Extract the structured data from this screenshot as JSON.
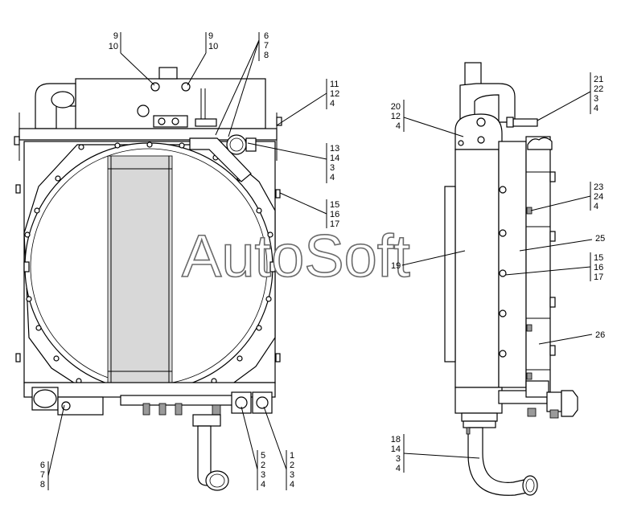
{
  "watermark": "AutoSoft",
  "callouts": {
    "top_left_a": [
      "9",
      "10"
    ],
    "top_left_b": [
      "9",
      "10"
    ],
    "top_center": [
      "6",
      "7",
      "8"
    ],
    "right_11": [
      "11",
      "12",
      "4"
    ],
    "right_13": [
      "13",
      "14",
      "3",
      "4"
    ],
    "right_15": [
      "15",
      "16",
      "17"
    ],
    "bottom_left": [
      "6",
      "7",
      "8"
    ],
    "bottom_5": [
      "5",
      "2",
      "3",
      "4"
    ],
    "bottom_1": [
      "1",
      "2",
      "3",
      "4"
    ],
    "side_20": [
      "20",
      "12",
      "4"
    ],
    "side_21": [
      "21",
      "22",
      "3",
      "4"
    ],
    "side_23": [
      "23",
      "24",
      "4"
    ],
    "side_15": [
      "15",
      "16",
      "17"
    ],
    "side_18": [
      "18",
      "14",
      "3",
      "4"
    ]
  },
  "single_labels": {
    "label_19": "19",
    "label_25": "25",
    "label_26": "26"
  }
}
